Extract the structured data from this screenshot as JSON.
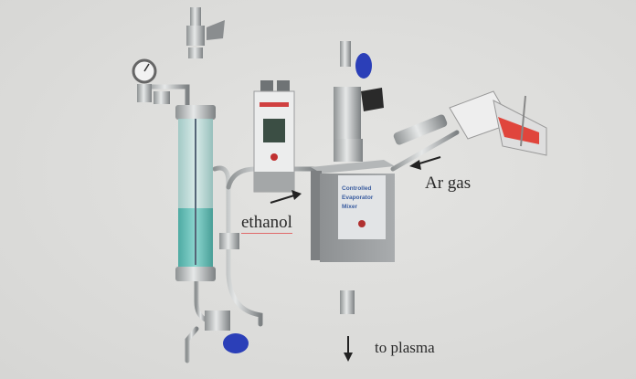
{
  "labels": {
    "ethanol": "ethanol",
    "ar_gas": "Ar gas",
    "to_plasma": "to plasma"
  },
  "devices": {
    "cem_text": [
      "Controlled",
      "Evaporator",
      "Mixer"
    ]
  },
  "colors": {
    "knob_blue": "#2b3fb8",
    "liquid": "#4fb8b0",
    "steel": "#b9bcbd",
    "mfc_red": "#e0453c",
    "underline": "#e06a6a"
  }
}
